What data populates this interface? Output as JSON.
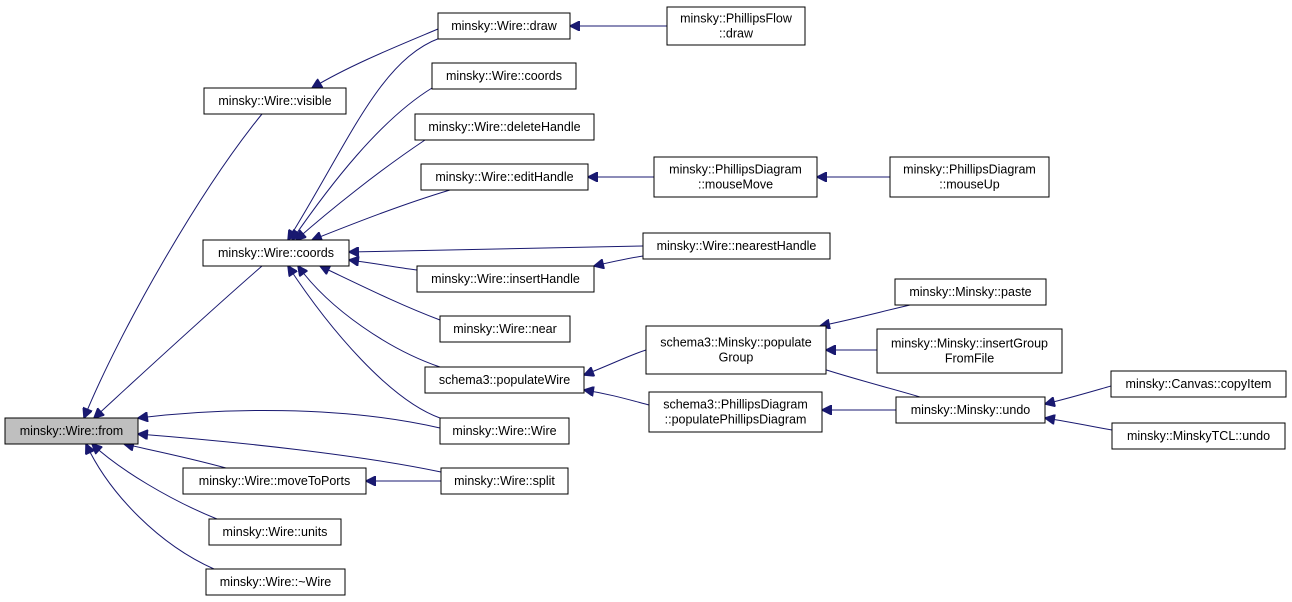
{
  "colors": {
    "edge": "#191970",
    "current_node_fill": "#bfbfbf",
    "node_fill": "#ffffff"
  },
  "nodes": [
    {
      "id": "from",
      "lines": [
        "minsky::Wire::from"
      ],
      "current": true
    },
    {
      "id": "visible",
      "lines": [
        "minsky::Wire::visible"
      ]
    },
    {
      "id": "coords_main",
      "lines": [
        "minsky::Wire::coords"
      ]
    },
    {
      "id": "moveToPorts",
      "lines": [
        "minsky::Wire::moveToPorts"
      ]
    },
    {
      "id": "units",
      "lines": [
        "minsky::Wire::units"
      ]
    },
    {
      "id": "dtor",
      "lines": [
        "minsky::Wire::~Wire"
      ]
    },
    {
      "id": "draw",
      "lines": [
        "minsky::Wire::draw"
      ]
    },
    {
      "id": "coords2",
      "lines": [
        "minsky::Wire::coords"
      ]
    },
    {
      "id": "deleteHandle",
      "lines": [
        "minsky::Wire::deleteHandle"
      ]
    },
    {
      "id": "editHandle",
      "lines": [
        "minsky::Wire::editHandle"
      ]
    },
    {
      "id": "insertHandle",
      "lines": [
        "minsky::Wire::insertHandle"
      ]
    },
    {
      "id": "near",
      "lines": [
        "minsky::Wire::near"
      ]
    },
    {
      "id": "populateWire",
      "lines": [
        "schema3::populateWire"
      ]
    },
    {
      "id": "wireCtor",
      "lines": [
        "minsky::Wire::Wire"
      ]
    },
    {
      "id": "split",
      "lines": [
        "minsky::Wire::split"
      ]
    },
    {
      "id": "phillipsFlowDraw",
      "lines": [
        "minsky::PhillipsFlow",
        "::draw"
      ]
    },
    {
      "id": "pdMouseMove",
      "lines": [
        "minsky::PhillipsDiagram",
        "::mouseMove"
      ]
    },
    {
      "id": "nearestHandle",
      "lines": [
        "minsky::Wire::nearestHandle"
      ]
    },
    {
      "id": "populateGroup",
      "lines": [
        "schema3::Minsky::populate",
        "Group"
      ]
    },
    {
      "id": "populatePD",
      "lines": [
        "schema3::PhillipsDiagram",
        "::populatePhillipsDiagram"
      ]
    },
    {
      "id": "pdMouseUp",
      "lines": [
        "minsky::PhillipsDiagram",
        "::mouseUp"
      ]
    },
    {
      "id": "paste",
      "lines": [
        "minsky::Minsky::paste"
      ]
    },
    {
      "id": "insertGroupFromFile",
      "lines": [
        "minsky::Minsky::insertGroup",
        "FromFile"
      ]
    },
    {
      "id": "undo",
      "lines": [
        "minsky::Minsky::undo"
      ]
    },
    {
      "id": "copyItem",
      "lines": [
        "minsky::Canvas::copyItem"
      ]
    },
    {
      "id": "tclUndo",
      "lines": [
        "minsky::MinskyTCL::undo"
      ]
    }
  ],
  "edges": [
    {
      "from": "visible",
      "to": "from"
    },
    {
      "from": "coords_main",
      "to": "from"
    },
    {
      "from": "wireCtor",
      "to": "from"
    },
    {
      "from": "split",
      "to": "from"
    },
    {
      "from": "moveToPorts",
      "to": "from"
    },
    {
      "from": "units",
      "to": "from"
    },
    {
      "from": "dtor",
      "to": "from"
    },
    {
      "from": "draw",
      "to": "visible"
    },
    {
      "from": "draw",
      "to": "coords_main"
    },
    {
      "from": "coords2",
      "to": "coords_main"
    },
    {
      "from": "deleteHandle",
      "to": "coords_main"
    },
    {
      "from": "editHandle",
      "to": "coords_main"
    },
    {
      "from": "nearestHandle",
      "to": "coords_main"
    },
    {
      "from": "insertHandle",
      "to": "coords_main"
    },
    {
      "from": "near",
      "to": "coords_main"
    },
    {
      "from": "populateWire",
      "to": "coords_main"
    },
    {
      "from": "wireCtor",
      "to": "coords_main"
    },
    {
      "from": "split",
      "to": "moveToPorts"
    },
    {
      "from": "phillipsFlowDraw",
      "to": "draw"
    },
    {
      "from": "pdMouseMove",
      "to": "editHandle"
    },
    {
      "from": "pdMouseUp",
      "to": "pdMouseMove"
    },
    {
      "from": "nearestHandle",
      "to": "insertHandle"
    },
    {
      "from": "populateGroup",
      "to": "populateWire"
    },
    {
      "from": "populatePD",
      "to": "populateWire"
    },
    {
      "from": "paste",
      "to": "populateGroup"
    },
    {
      "from": "insertGroupFromFile",
      "to": "populateGroup"
    },
    {
      "from": "undo",
      "to": "populateGroup"
    },
    {
      "from": "undo",
      "to": "populatePD"
    },
    {
      "from": "copyItem",
      "to": "undo"
    },
    {
      "from": "tclUndo",
      "to": "undo"
    }
  ]
}
